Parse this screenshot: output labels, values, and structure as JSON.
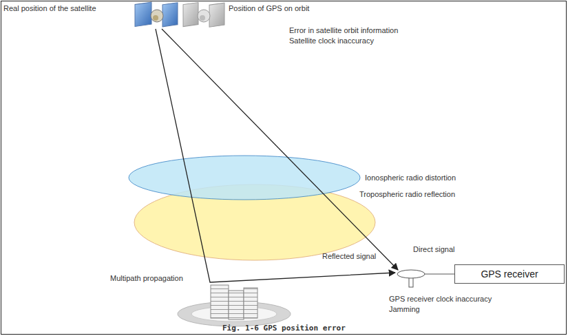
{
  "diagram": {
    "caption": "Fig. 1-6 GPS position error",
    "nodes": [
      {
        "text": [
          "GPS receiver"
        ]
      }
    ],
    "labels": [
      "Real position of the satellite",
      "Position of GPS on orbit",
      "Error in satellite orbit information",
      "Satellite clock inaccuracy",
      "Ionospheric radio distortion",
      "Tropospheric radio reflection",
      "Direct signal",
      "Reflected signal",
      "Multipath propagation",
      "GPS receiver clock inaccuracy",
      "Jamming"
    ]
  }
}
